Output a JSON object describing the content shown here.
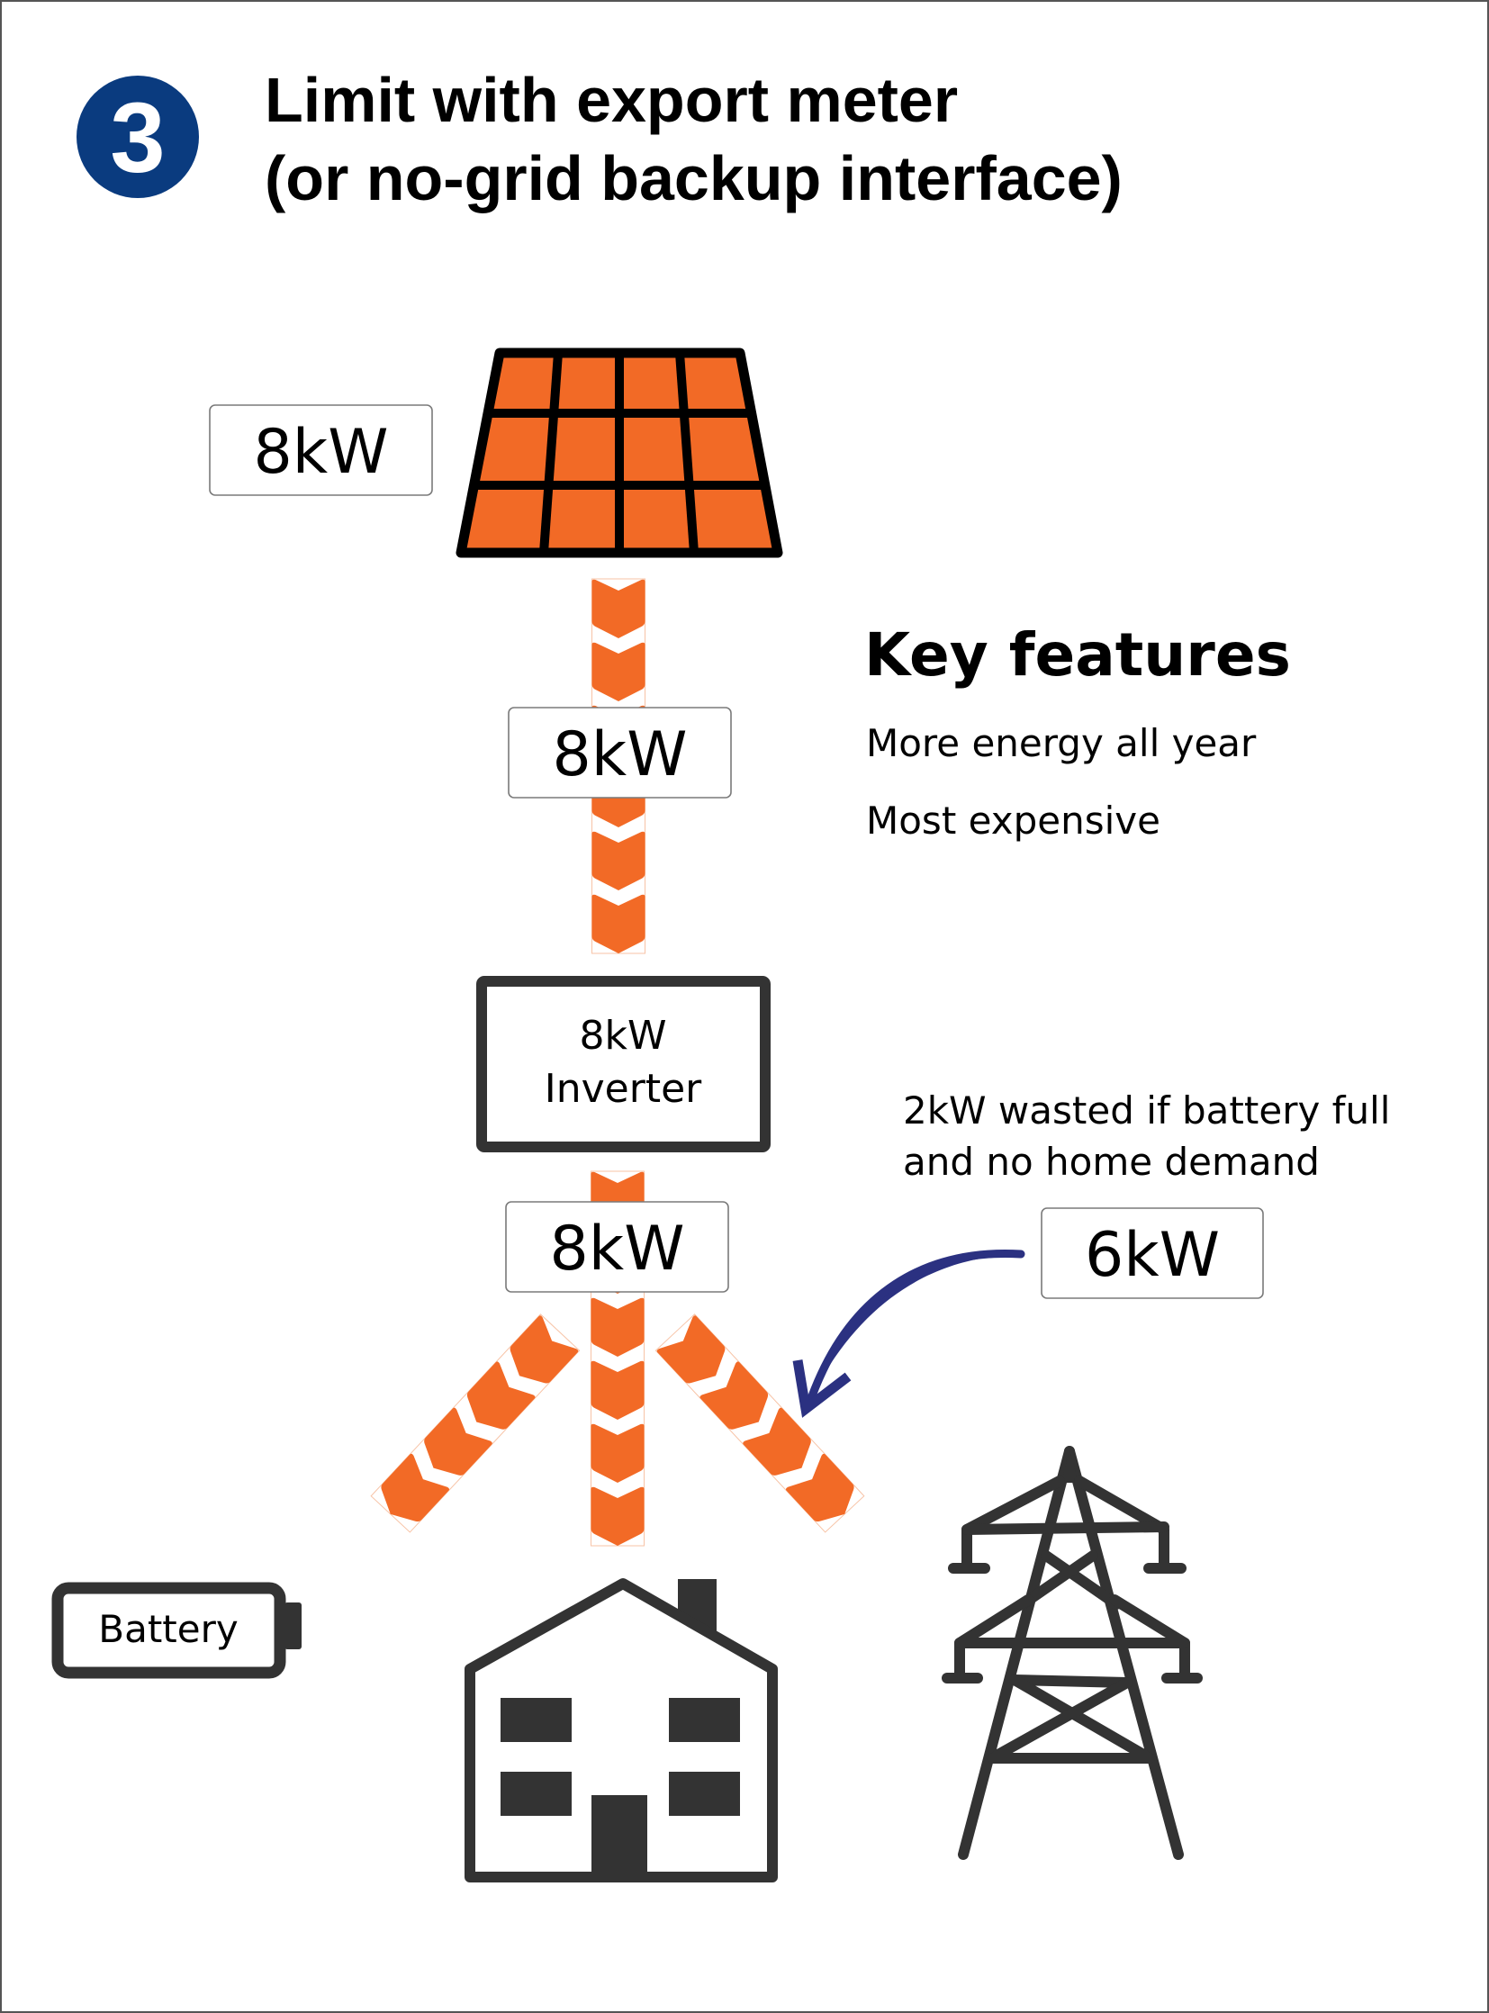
{
  "header": {
    "step_number": "3",
    "title_line1": "Limit with export meter",
    "title_line2": "(or no-grid backup interface)"
  },
  "labels": {
    "solar_output": "8kW",
    "panel_to_inverter": "8kW",
    "inverter_output": "8kW",
    "export_limit": "6kW"
  },
  "inverter": {
    "rating": "8kW",
    "name": "Inverter"
  },
  "key_features": {
    "heading": "Key features",
    "items": [
      "More energy all year",
      "Most expensive"
    ]
  },
  "note": {
    "line1": "2kW wasted if battery full",
    "line2": "and no home demand"
  },
  "battery": {
    "label": "Battery"
  },
  "icons": {
    "solar_panel": "solar-panel-icon",
    "house": "house-icon",
    "pylon": "electricity-pylon-icon",
    "battery": "battery-icon",
    "arrow": "curved-arrow-icon",
    "flow": "chevron-flow-icon"
  },
  "colors": {
    "badge": "#0a3b7f",
    "flow": "#f26a26",
    "panel_fill": "#f26a26",
    "arrow": "#2b3181",
    "icon_stroke": "#333333"
  }
}
